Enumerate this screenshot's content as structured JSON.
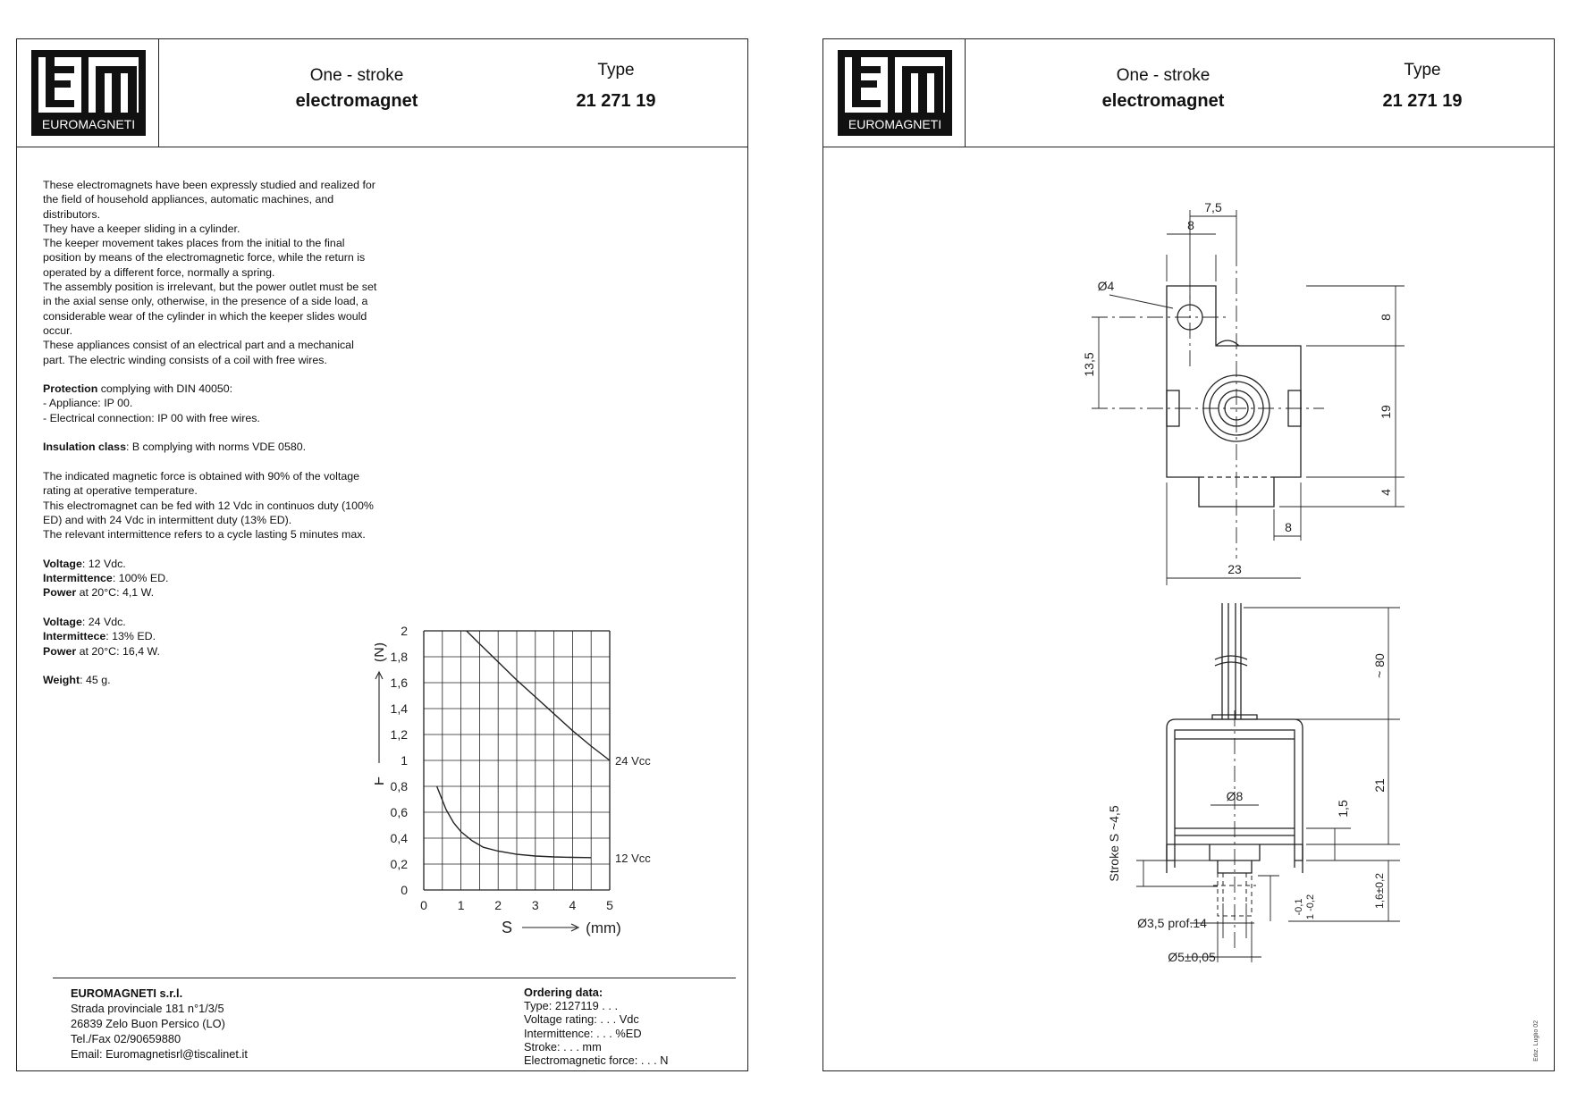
{
  "header": {
    "logo_text": "EUROMAGNETI",
    "title_line1": "One - stroke",
    "title_line2": "electromagnet",
    "type_label": "Type",
    "type_value": "21 271 19"
  },
  "left_page": {
    "description": [
      "These electromagnets have been expressly studied and realized for the field of household appliances, automatic machines, and distributors.",
      "They have a keeper sliding in a cylinder.",
      "The keeper movement takes places from the initial to the final position by means of the electromagnetic force, while the return is operated by a different force, normally a spring.",
      "The assembly position is irrelevant, but the power outlet must be set in the axial sense only, otherwise, in the presence of a side load, a considerable wear of the cylinder in which the keeper slides would occur.",
      "These appliances consist of an electrical part and a mechanical part. The electric winding consists of a coil with free wires."
    ],
    "protection": {
      "label": "Protection",
      "text": " complying with DIN 40050:",
      "items": [
        "- Appliance: IP 00.",
        "- Electrical connection: IP 00 with free wires."
      ]
    },
    "insulation": {
      "label": "Insulation class",
      "text": ": B complying with norms VDE 0580."
    },
    "force_note": [
      "The indicated magnetic force is obtained with 90% of the voltage rating at operative temperature.",
      "This electromagnet can be fed with 12 Vdc in continuos duty (100% ED) and with 24 Vdc in intermittent duty (13% ED).",
      "The relevant intermittence refers to a cycle lasting 5 minutes max."
    ],
    "spec_12": {
      "voltage_label": "Voltage",
      "voltage_value": ": 12 Vdc.",
      "intermittence_label": "Intermittence",
      "intermittence_value": ": 100% ED.",
      "power_label": "Power",
      "power_value": " at 20°C: 4,1 W."
    },
    "spec_24": {
      "voltage_label": "Voltage",
      "voltage_value": ": 24 Vdc.",
      "intermittence_label": "Intermittece",
      "intermittence_value": ": 13% ED.",
      "power_label": "Power",
      "power_value": " at 20°C: 16,4 W."
    },
    "weight": {
      "label": "Weight",
      "value": ": 45 g."
    },
    "company": {
      "name": "EUROMAGNETI s.r.l.",
      "address1": "Strada provinciale 181 n°1/3/5",
      "address2": "26839 Zelo Buon Persico (LO)",
      "phone": "Tel./Fax 02/90659880",
      "email": "Email: Euromagnetisrl@tiscalinet.it"
    },
    "ordering": {
      "title": "Ordering data:",
      "lines": [
        "Type: 2127119 . . .",
        "Voltage rating: . . . Vdc",
        "Intermittence: . . . %ED",
        "Stroke: . . . mm",
        "Electromagnetic force: . . . N"
      ]
    }
  },
  "chart_data": {
    "type": "line",
    "xlabel": "S",
    "xunit": "(mm)",
    "ylabel": "F",
    "yunit": "(N)",
    "xlim": [
      0,
      5
    ],
    "ylim": [
      0,
      2
    ],
    "xticks": [
      "0",
      "1",
      "2",
      "3",
      "4",
      "5"
    ],
    "yticks": [
      "0",
      "0,2",
      "0,4",
      "0,6",
      "0,8",
      "1",
      "1,2",
      "1,4",
      "1,6",
      "1,8",
      "2"
    ],
    "grid": true,
    "series": [
      {
        "name": "24 Vcc",
        "x": [
          1.15,
          1.5,
          2.0,
          2.5,
          3.0,
          3.5,
          4.0,
          4.5,
          5.0
        ],
        "y": [
          2.0,
          1.9,
          1.76,
          1.62,
          1.49,
          1.36,
          1.23,
          1.11,
          1.0
        ]
      },
      {
        "name": "12 Vcc",
        "x": [
          0.35,
          0.6,
          0.8,
          1.0,
          1.3,
          1.6,
          2.0,
          2.5,
          3.0,
          3.5,
          4.0,
          4.5
        ],
        "y": [
          0.8,
          0.62,
          0.52,
          0.45,
          0.38,
          0.33,
          0.3,
          0.275,
          0.262,
          0.255,
          0.252,
          0.25
        ]
      }
    ]
  },
  "right_page": {
    "dims_top": [
      "7,5",
      "8",
      "Ø4",
      "13,5",
      "8",
      "19",
      "4",
      "8",
      "23"
    ],
    "dims_bottom": [
      "~ 80",
      "21",
      "Ø8",
      "1,5",
      "Stroke S ~4,5",
      "1,6±0,2",
      "Ø3,5 prof.14",
      "-0,1",
      "1 -0,2",
      "Ø5±0,05"
    ],
    "edition": "Ediz. Luglio 02"
  }
}
